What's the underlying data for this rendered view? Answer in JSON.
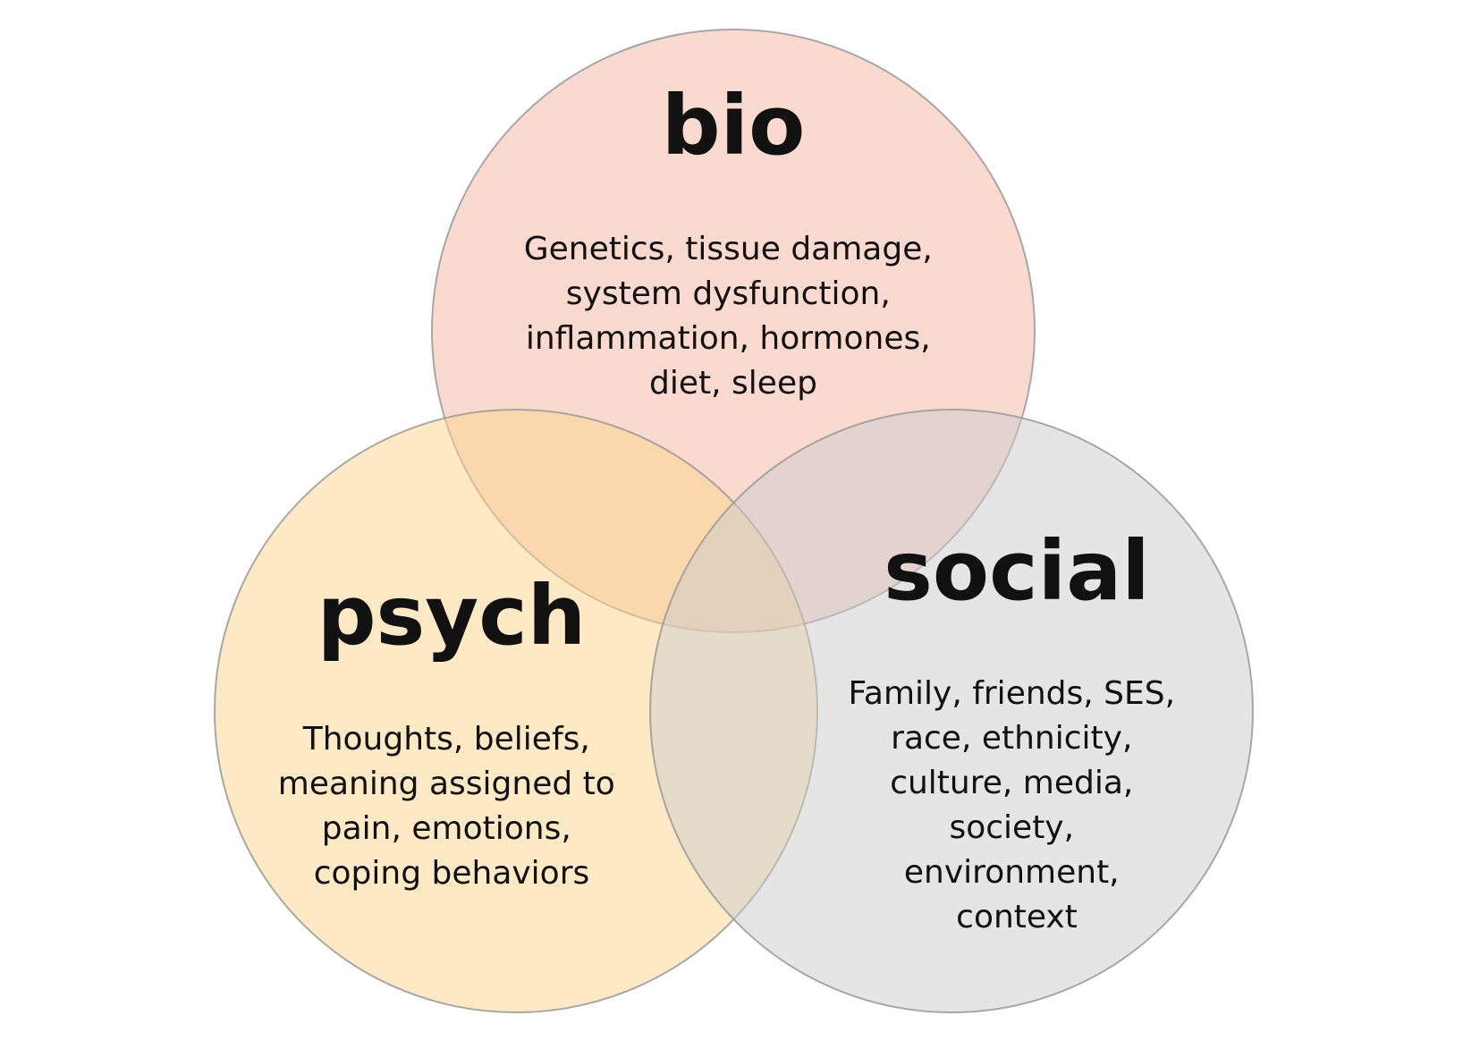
{
  "diagram": {
    "type": "venn",
    "circles": [
      {
        "id": "bio",
        "title": "bio",
        "color": "#f5b3a0",
        "lines": [
          "Genetics, tissue damage,",
          "system dysfunction,",
          "inflammation, hormones,",
          "diet, sleep"
        ]
      },
      {
        "id": "psych",
        "title": "psych",
        "color": "#fcd58c",
        "lines": [
          "Thoughts, beliefs,",
          "meaning assigned to",
          "pain, emotions,",
          "coping behaviors"
        ]
      },
      {
        "id": "social",
        "title": "social",
        "color": "#cccccc",
        "lines": [
          "Family, friends, SES,",
          "race, ethnicity,",
          "culture, media,",
          "society,",
          "environment,",
          "context"
        ]
      }
    ]
  }
}
